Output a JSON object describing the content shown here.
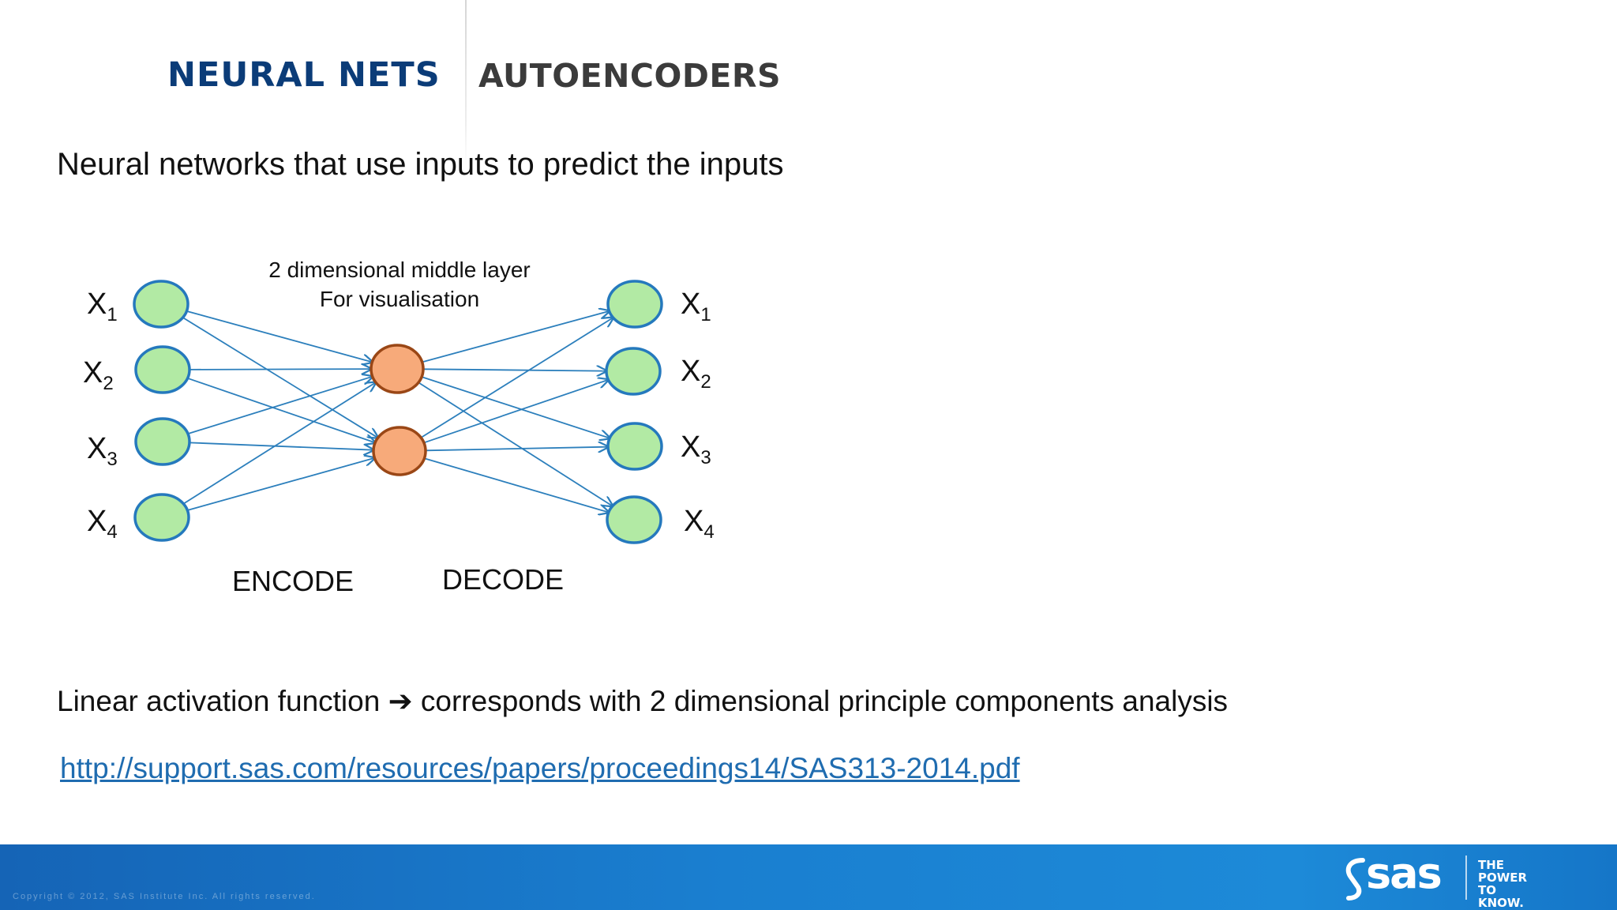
{
  "slide": {
    "title_left": "NEURAL NETS",
    "title_right": "AUTOENCODERS",
    "subtitle": "Neural networks that use inputs to predict the inputs",
    "note_before_arrow": "Linear activation function",
    "note_arrow": "➔",
    "note_after_arrow": "corresponds with 2 dimensional principle components analysis",
    "link": "http://support.sas.com/resources/papers/proceedings14/SAS313-2014.pdf"
  },
  "diagram": {
    "middle_caption_line1": "2 dimensional middle layer",
    "middle_caption_line2": "For visualisation",
    "encode_label": "ENCODE",
    "decode_label": "DECODE",
    "input_nodes": [
      {
        "base": "X",
        "sub": "1"
      },
      {
        "base": "X",
        "sub": "2"
      },
      {
        "base": "X",
        "sub": "3"
      },
      {
        "base": "X",
        "sub": "4"
      }
    ],
    "hidden_nodes": 2,
    "output_nodes": [
      {
        "base": "X",
        "sub": "1"
      },
      {
        "base": "X",
        "sub": "2"
      },
      {
        "base": "X",
        "sub": "3"
      },
      {
        "base": "X",
        "sub": "4"
      }
    ],
    "colors": {
      "input_fill": "#b2eaa4",
      "node_stroke": "#2579bd",
      "hidden_fill": "#f7aa7a",
      "hidden_stroke": "#9a4716",
      "edge": "#2c7fbc"
    }
  },
  "footer": {
    "copyright": "Copyright © 2012, SAS Institute Inc. All rights reserved.",
    "logo_word": "sas",
    "logo_tagline": "THE\nPOWER\nTO KNOW."
  }
}
